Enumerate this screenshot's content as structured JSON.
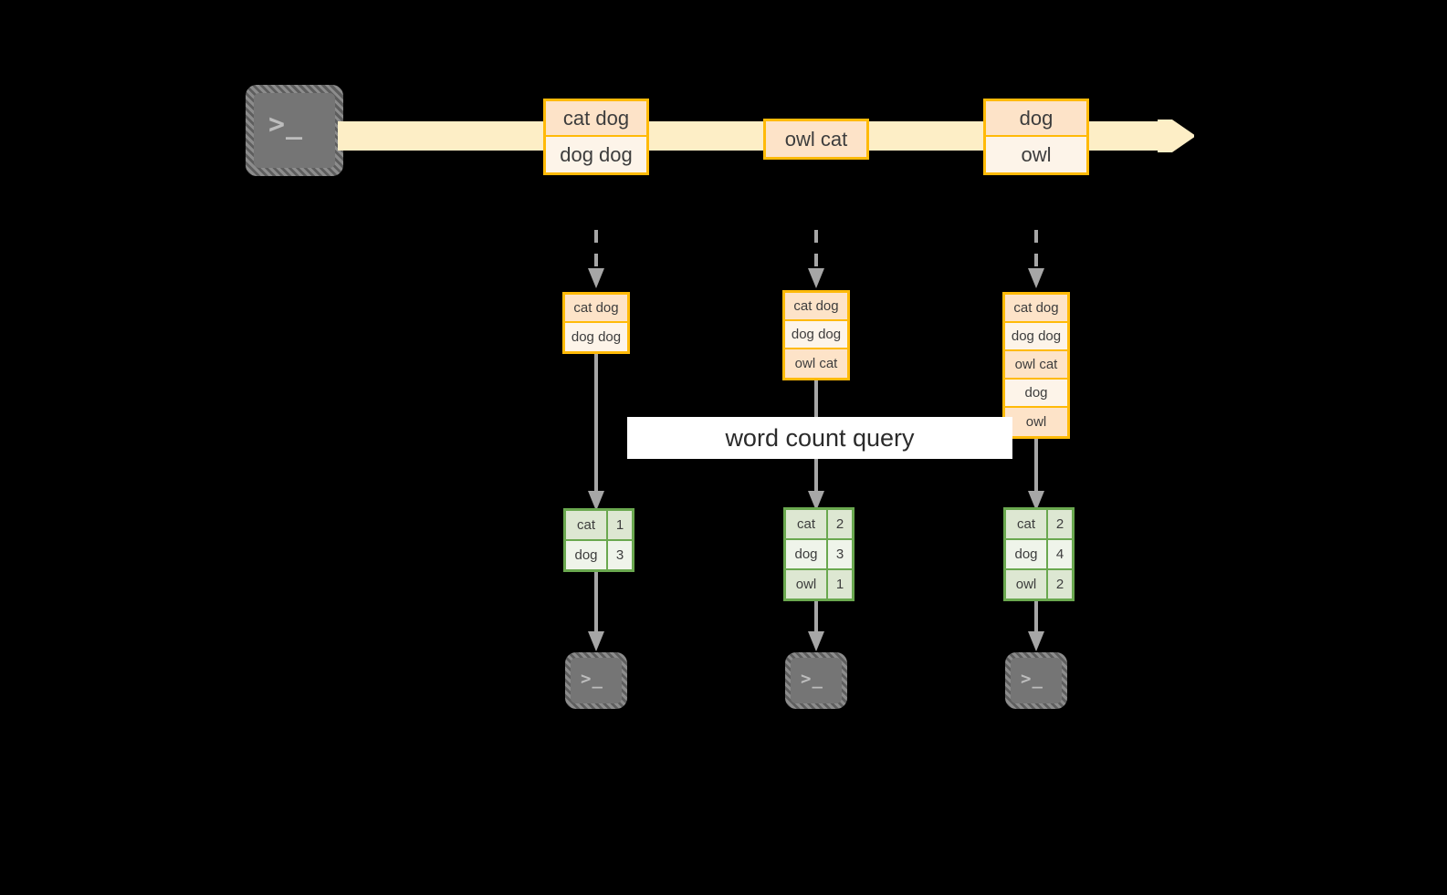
{
  "diagram": {
    "title_label": "word count query",
    "source_terminal": {
      "icon": "terminal-prompt-icon",
      "glyph": ">_"
    },
    "stream": {
      "direction": "left-to-right",
      "band_color": "#fdeec6",
      "records": [
        {
          "lines": [
            "cat dog",
            "dog dog"
          ]
        },
        {
          "lines": [
            "owl cat"
          ]
        },
        {
          "lines": [
            "dog",
            "owl"
          ]
        }
      ]
    },
    "columns": [
      {
        "input_table": {
          "rows": [
            "cat dog",
            "dog dog"
          ]
        },
        "result_table": {
          "rows": [
            {
              "word": "cat",
              "count": "1"
            },
            {
              "word": "dog",
              "count": "3"
            }
          ]
        },
        "sink_terminal": {
          "icon": "terminal-prompt-icon",
          "glyph": ">_"
        }
      },
      {
        "input_table": {
          "rows": [
            "cat dog",
            "dog dog",
            "owl cat"
          ]
        },
        "result_table": {
          "rows": [
            {
              "word": "cat",
              "count": "2"
            },
            {
              "word": "dog",
              "count": "3"
            },
            {
              "word": "owl",
              "count": "1"
            }
          ]
        },
        "sink_terminal": {
          "icon": "terminal-prompt-icon",
          "glyph": ">_"
        }
      },
      {
        "input_table": {
          "rows": [
            "cat dog",
            "dog dog",
            "owl cat",
            "dog",
            "owl"
          ]
        },
        "result_table": {
          "rows": [
            {
              "word": "cat",
              "count": "2"
            },
            {
              "word": "dog",
              "count": "4"
            },
            {
              "word": "owl",
              "count": "2"
            }
          ]
        },
        "sink_terminal": {
          "icon": "terminal-prompt-icon",
          "glyph": ">_"
        }
      }
    ],
    "colors": {
      "record_border": "#ffba08",
      "record_fill_dark": "#fde3c8",
      "record_fill_light": "#fdf4e9",
      "result_border": "#6aa84f",
      "result_fill_dark": "#dde7d2",
      "result_fill_light": "#eff4ea",
      "arrow_gray": "#a6a6a6",
      "terminal_gray": "#757575",
      "background": "#000000"
    }
  }
}
